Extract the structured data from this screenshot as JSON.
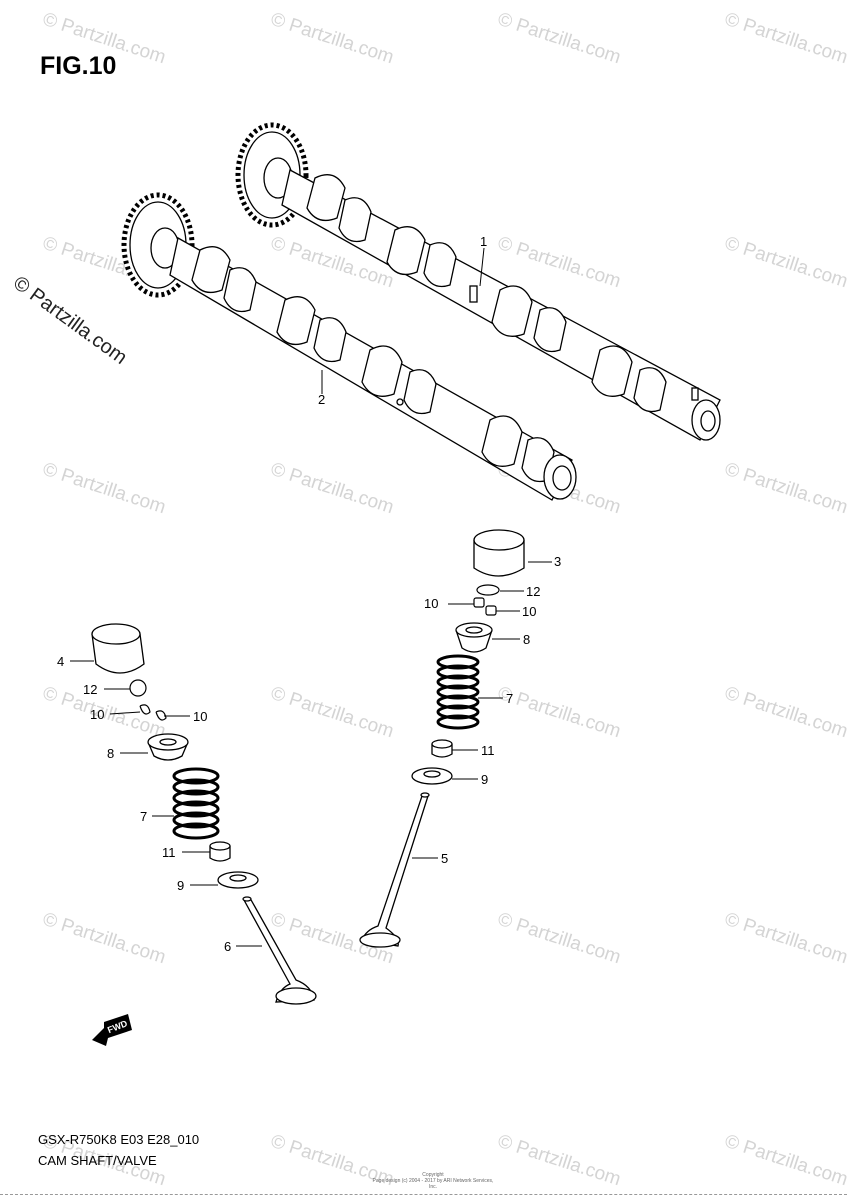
{
  "figure": {
    "title": "FIG.10"
  },
  "watermark": {
    "text": "© Partzilla.com"
  },
  "callouts": [
    {
      "id": "c1",
      "label": "1"
    },
    {
      "id": "c2",
      "label": "2"
    },
    {
      "id": "c3",
      "label": "3"
    },
    {
      "id": "c12a",
      "label": "12"
    },
    {
      "id": "c10a",
      "label": "10"
    },
    {
      "id": "c10b",
      "label": "10"
    },
    {
      "id": "c8a",
      "label": "8"
    },
    {
      "id": "c7a",
      "label": "7"
    },
    {
      "id": "c11a",
      "label": "11"
    },
    {
      "id": "c9a",
      "label": "9"
    },
    {
      "id": "c5",
      "label": "5"
    },
    {
      "id": "c4",
      "label": "4"
    },
    {
      "id": "c12b",
      "label": "12"
    },
    {
      "id": "c10c",
      "label": "10"
    },
    {
      "id": "c10d",
      "label": "10"
    },
    {
      "id": "c8b",
      "label": "8"
    },
    {
      "id": "c7b",
      "label": "7"
    },
    {
      "id": "c11b",
      "label": "11"
    },
    {
      "id": "c9b",
      "label": "9"
    },
    {
      "id": "c6",
      "label": "6"
    }
  ],
  "fwd_label": "FWD",
  "footer": {
    "code": "GSX-R750K8 E03 E28_010",
    "name": "CAM SHAFT/VALVE"
  },
  "copyright": {
    "line1": "Copyright",
    "line2": "Page design (c) 2004 - 2017 by ARI Network Services, Inc."
  }
}
